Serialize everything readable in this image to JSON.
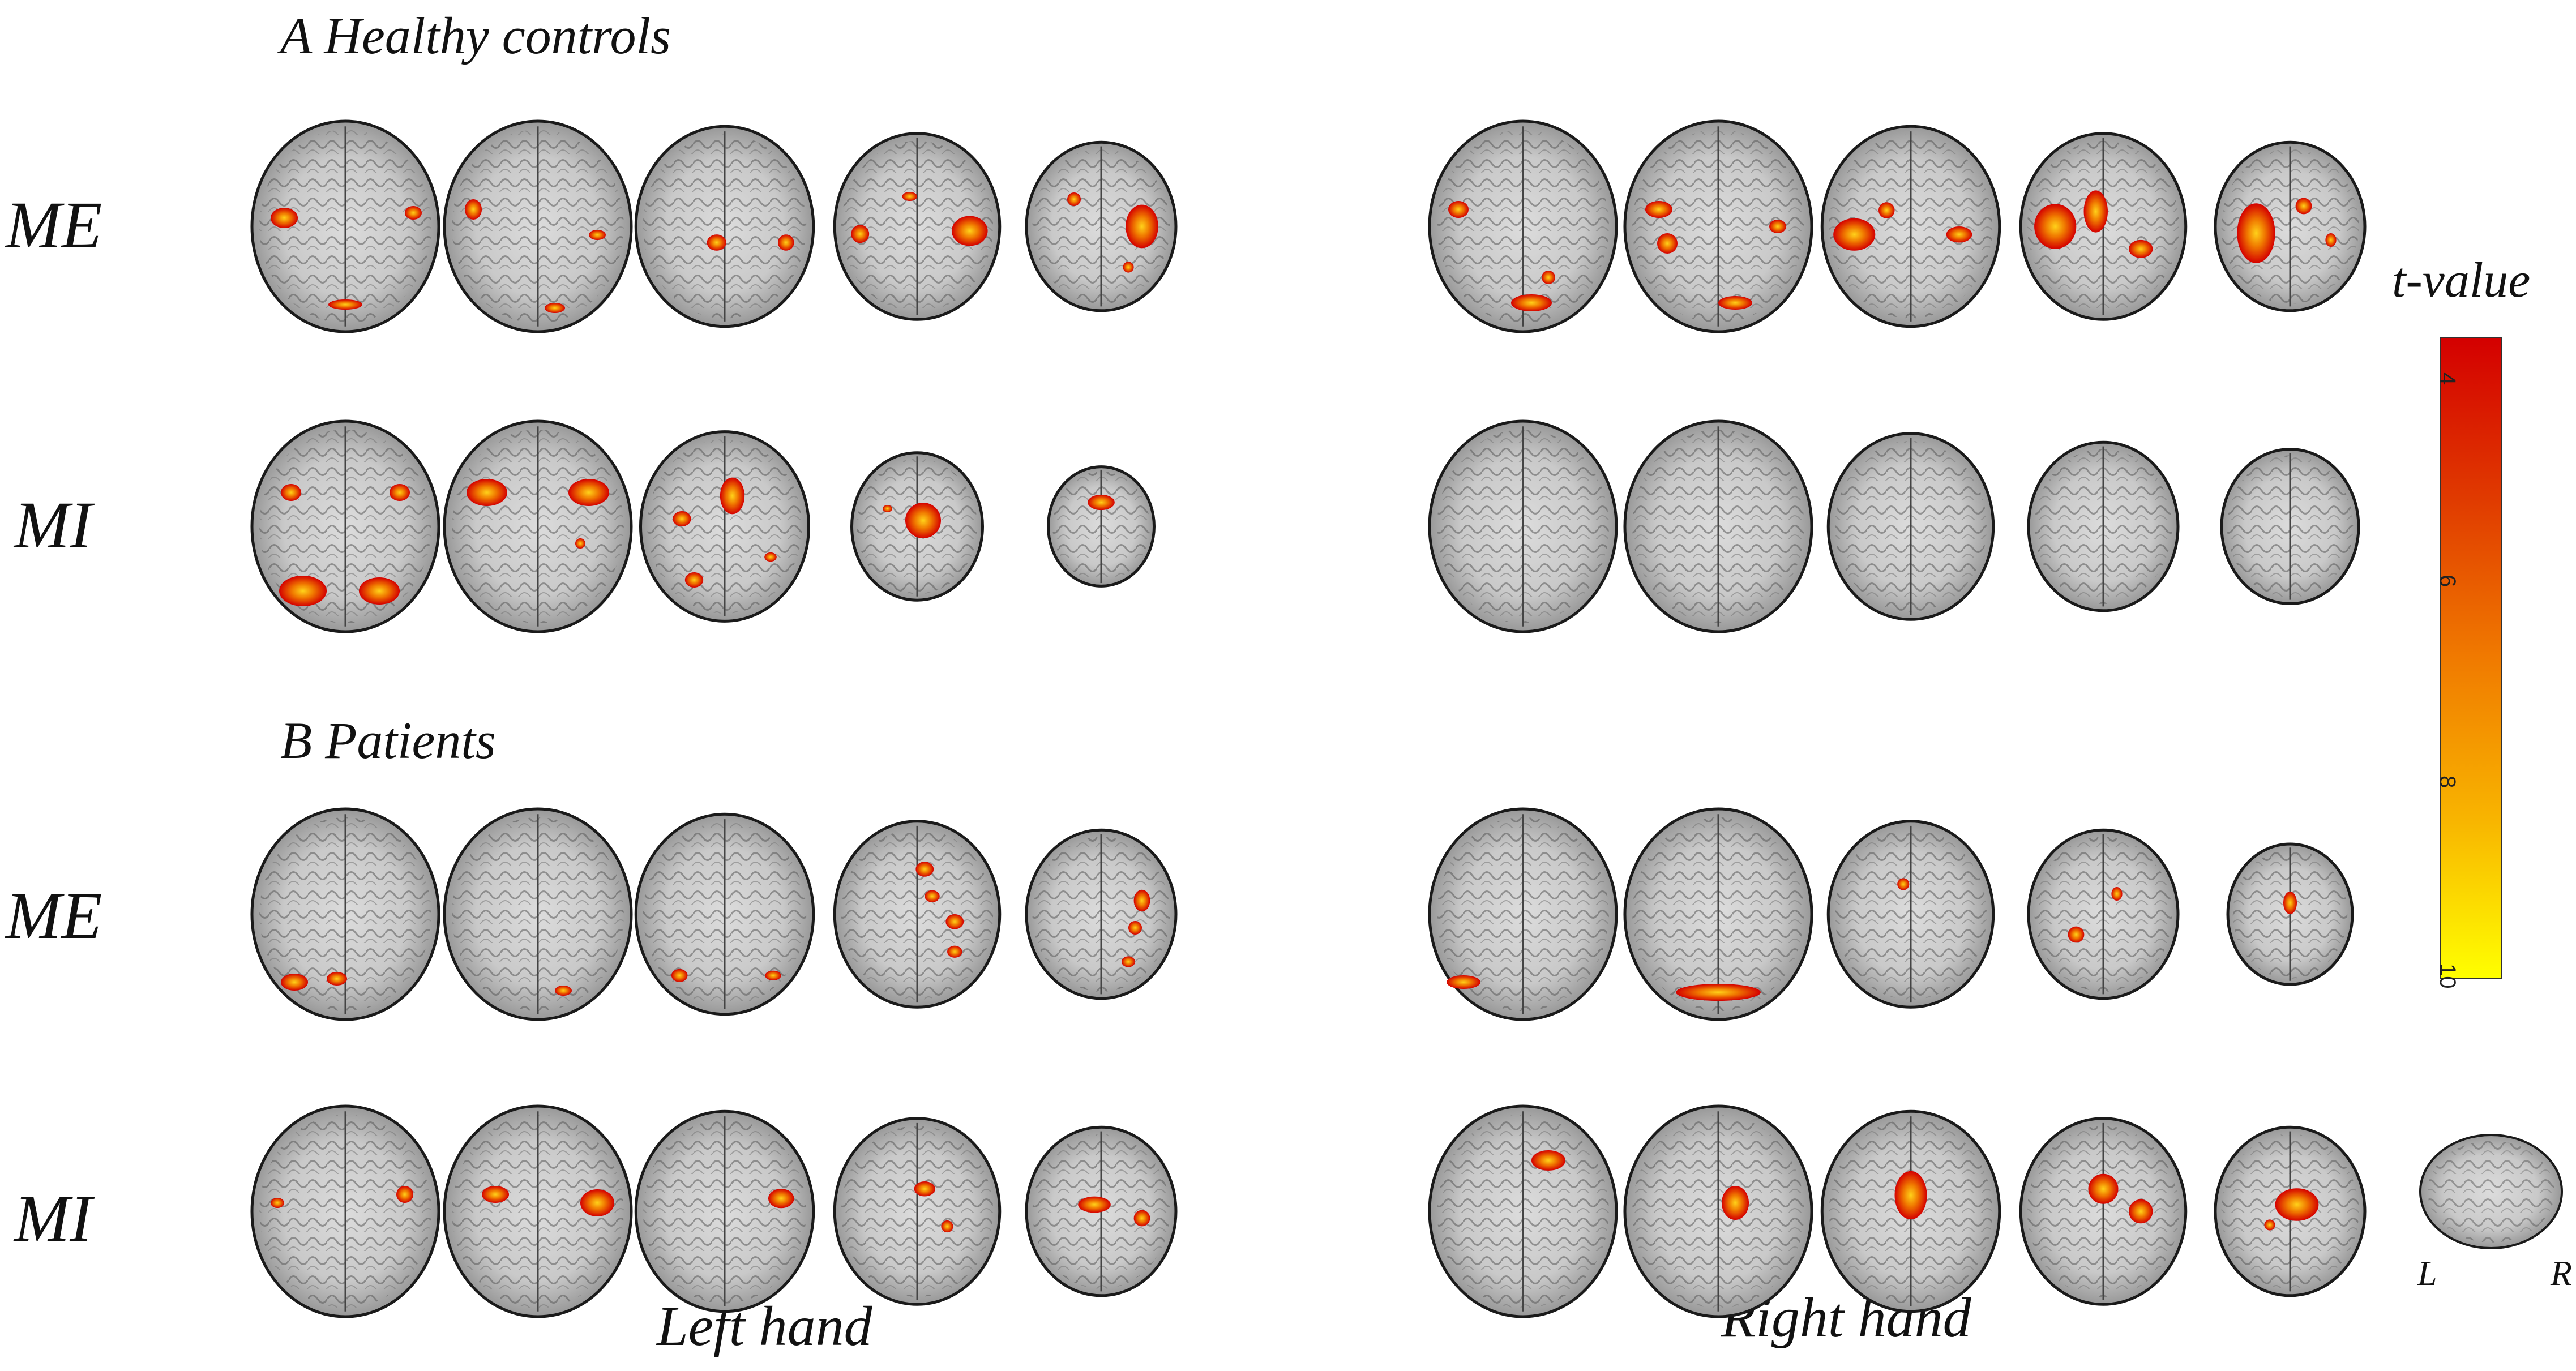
{
  "sections": {
    "a": "A Healthy controls",
    "b": "B Patients"
  },
  "rows": {
    "me_label": "ME",
    "mi_label": "MI"
  },
  "hands": {
    "left": "Left hand",
    "right": "Right hand"
  },
  "colorbar": {
    "title": "t-value",
    "ticks": [
      "4",
      "6",
      "8",
      "10"
    ],
    "colors": [
      "#d40000",
      "#ffff00"
    ]
  },
  "orientation": {
    "left": "L",
    "right": "R"
  }
}
